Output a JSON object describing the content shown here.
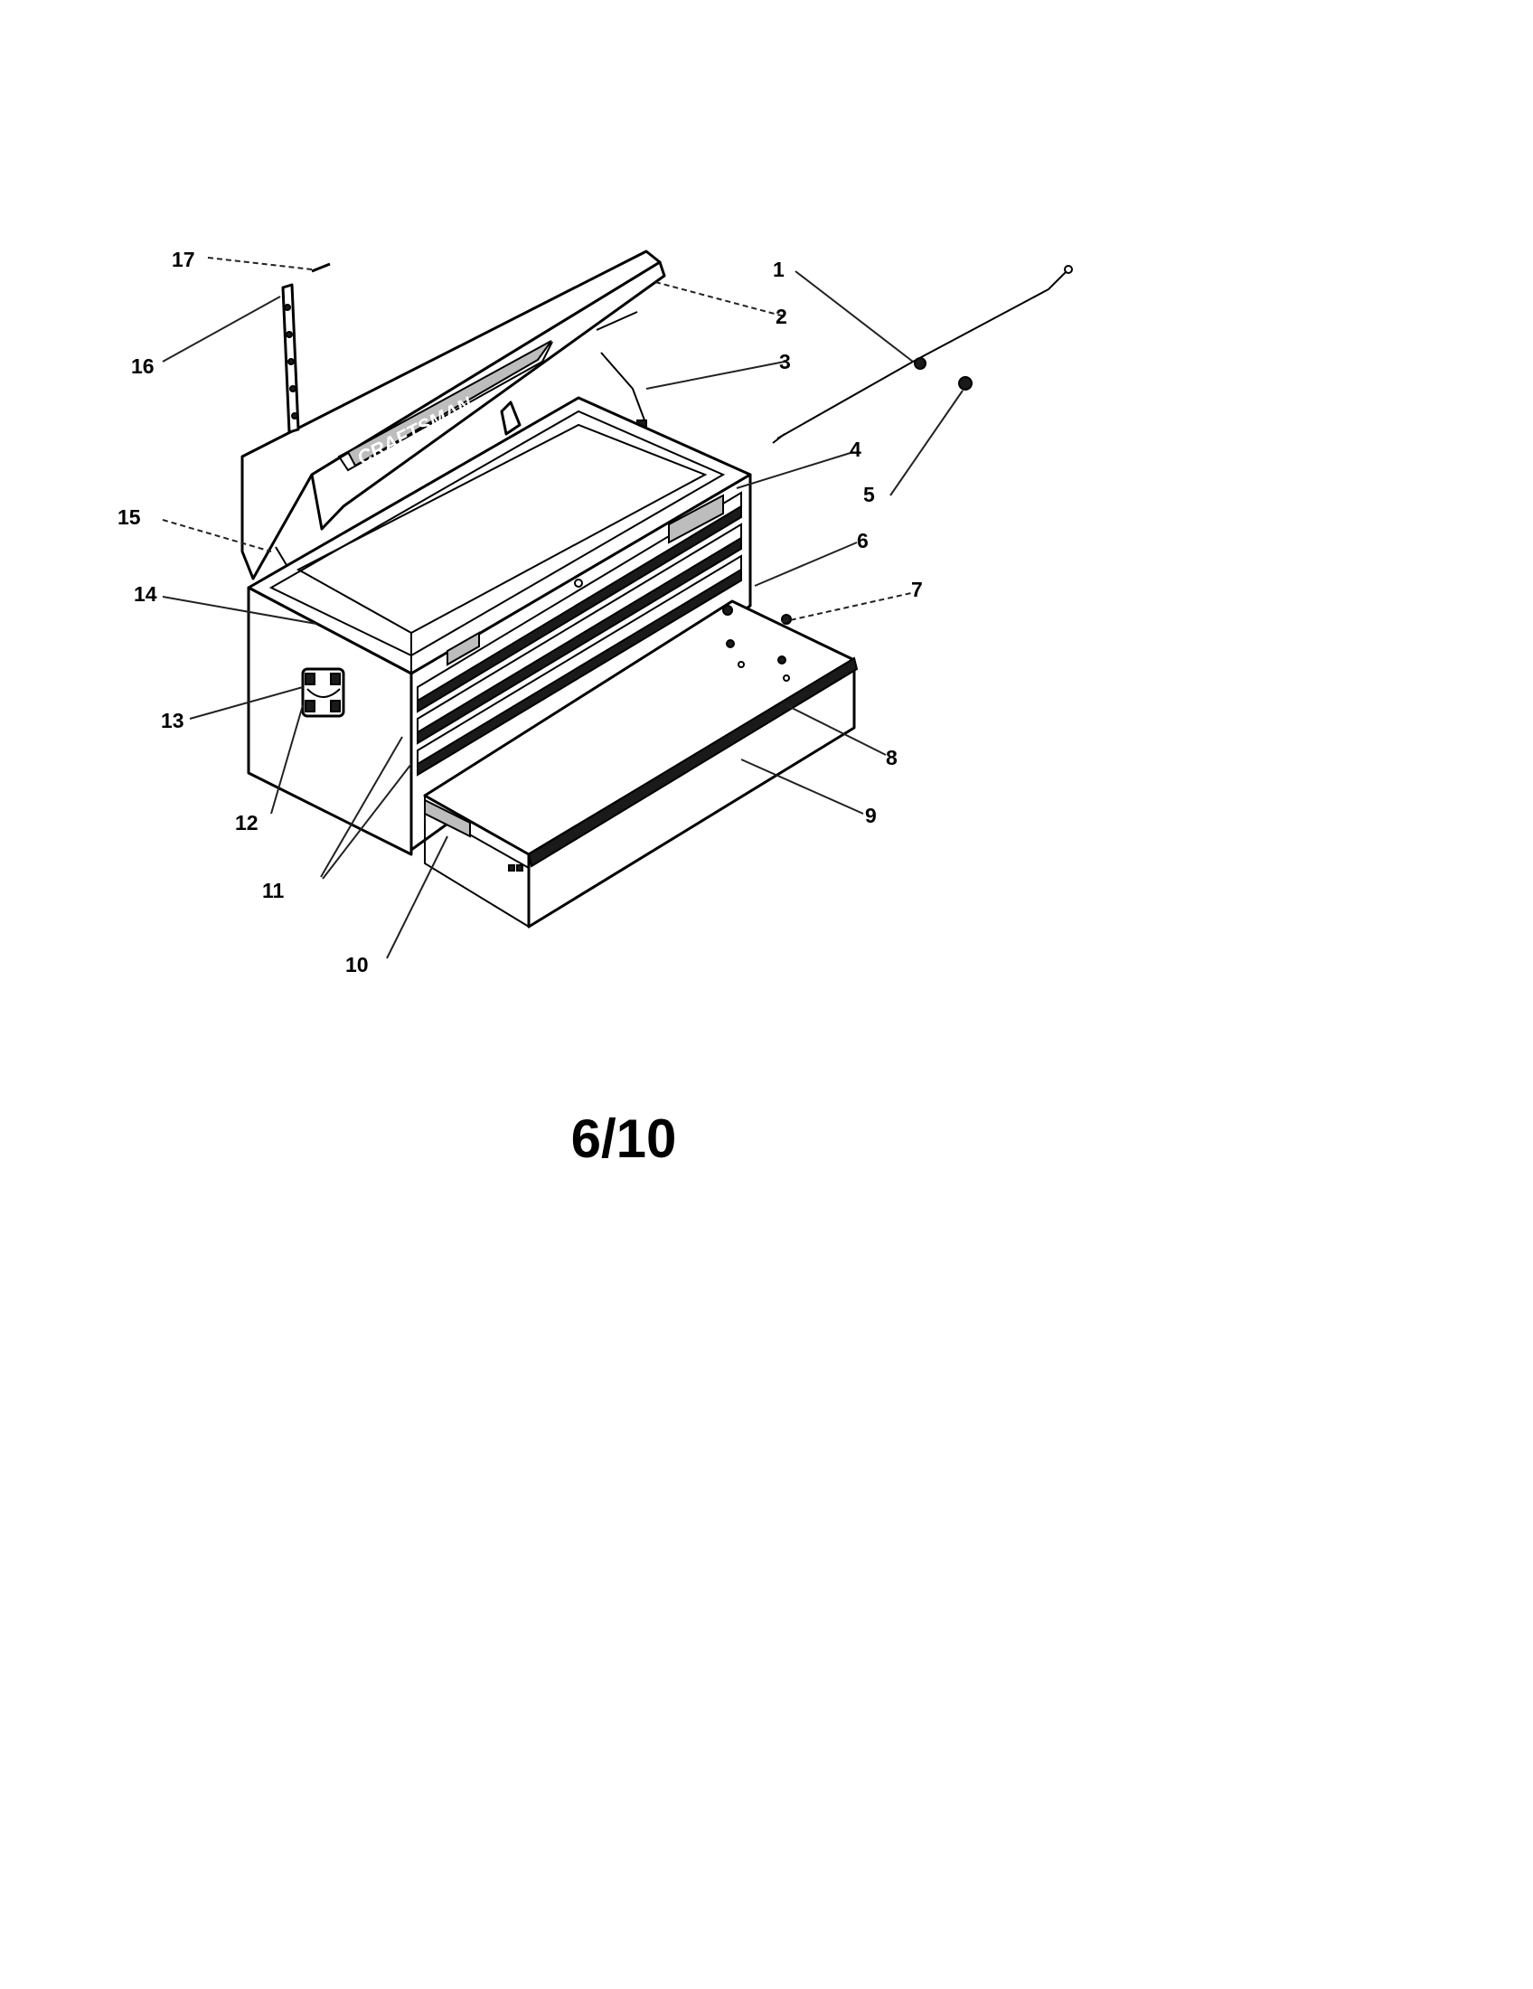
{
  "diagram": {
    "callouts": [
      "1",
      "2",
      "3",
      "4",
      "5",
      "6",
      "7",
      "8",
      "9",
      "10",
      "11",
      "12",
      "13",
      "14",
      "15",
      "16",
      "17"
    ],
    "lid_logo": "CRAFTSMAN"
  },
  "page": {
    "number": "6/10"
  }
}
